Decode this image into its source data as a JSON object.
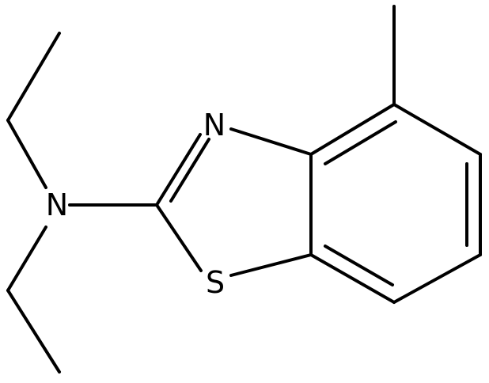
{
  "molecule": {
    "atoms": {
      "nitrogen_amine": "N",
      "nitrogen_ring": "N",
      "sulfur": "S"
    }
  },
  "colors": {
    "bond": "#000000",
    "label": "#000000",
    "background": "#ffffff"
  }
}
